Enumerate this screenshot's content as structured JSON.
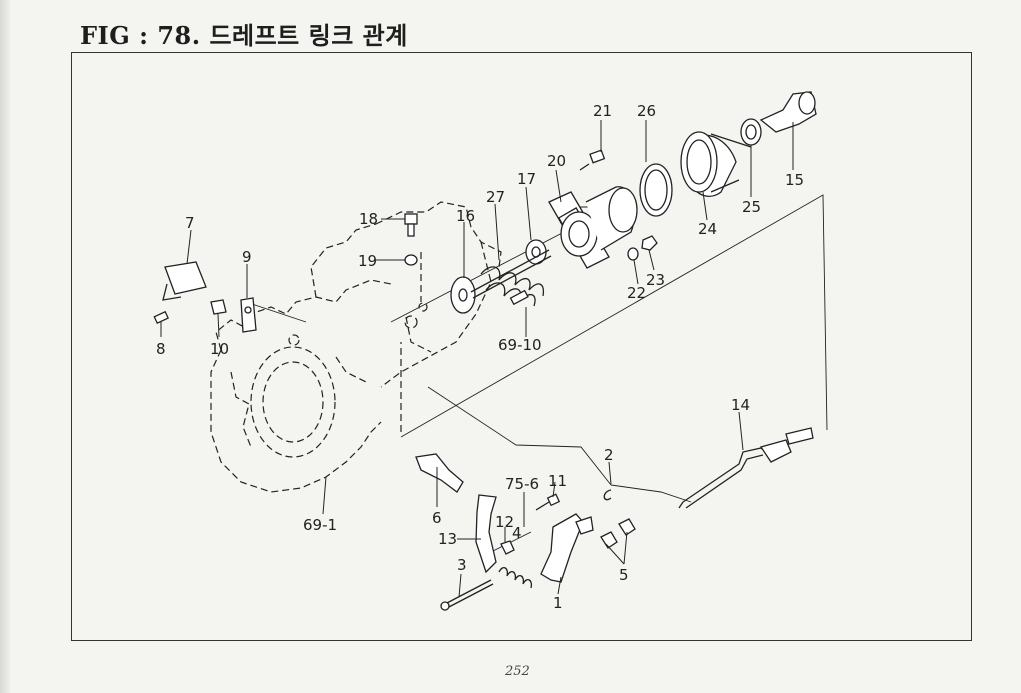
{
  "figure": {
    "title": "FIG : 78. 드레프트 링크 관계",
    "page_number": "252"
  },
  "callouts": [
    {
      "id": "c1",
      "text": "1"
    },
    {
      "id": "c2",
      "text": "2"
    },
    {
      "id": "c3",
      "text": "3"
    },
    {
      "id": "c4",
      "text": "4"
    },
    {
      "id": "c5",
      "text": "5"
    },
    {
      "id": "c6",
      "text": "6"
    },
    {
      "id": "c7",
      "text": "7"
    },
    {
      "id": "c8",
      "text": "8"
    },
    {
      "id": "c9",
      "text": "9"
    },
    {
      "id": "c10",
      "text": "10"
    },
    {
      "id": "c11",
      "text": "11"
    },
    {
      "id": "c12",
      "text": "12"
    },
    {
      "id": "c13",
      "text": "13"
    },
    {
      "id": "c14",
      "text": "14"
    },
    {
      "id": "c15",
      "text": "15"
    },
    {
      "id": "c16",
      "text": "16"
    },
    {
      "id": "c17",
      "text": "17"
    },
    {
      "id": "c18",
      "text": "18"
    },
    {
      "id": "c19",
      "text": "19"
    },
    {
      "id": "c20",
      "text": "20"
    },
    {
      "id": "c21",
      "text": "21"
    },
    {
      "id": "c22",
      "text": "22"
    },
    {
      "id": "c23",
      "text": "23"
    },
    {
      "id": "c24",
      "text": "24"
    },
    {
      "id": "c25",
      "text": "25"
    },
    {
      "id": "c26",
      "text": "26"
    },
    {
      "id": "c27",
      "text": "27"
    },
    {
      "id": "c69_1",
      "text": "69-1"
    },
    {
      "id": "c69_10",
      "text": "69-10"
    },
    {
      "id": "c75_6",
      "text": "75-6"
    }
  ]
}
